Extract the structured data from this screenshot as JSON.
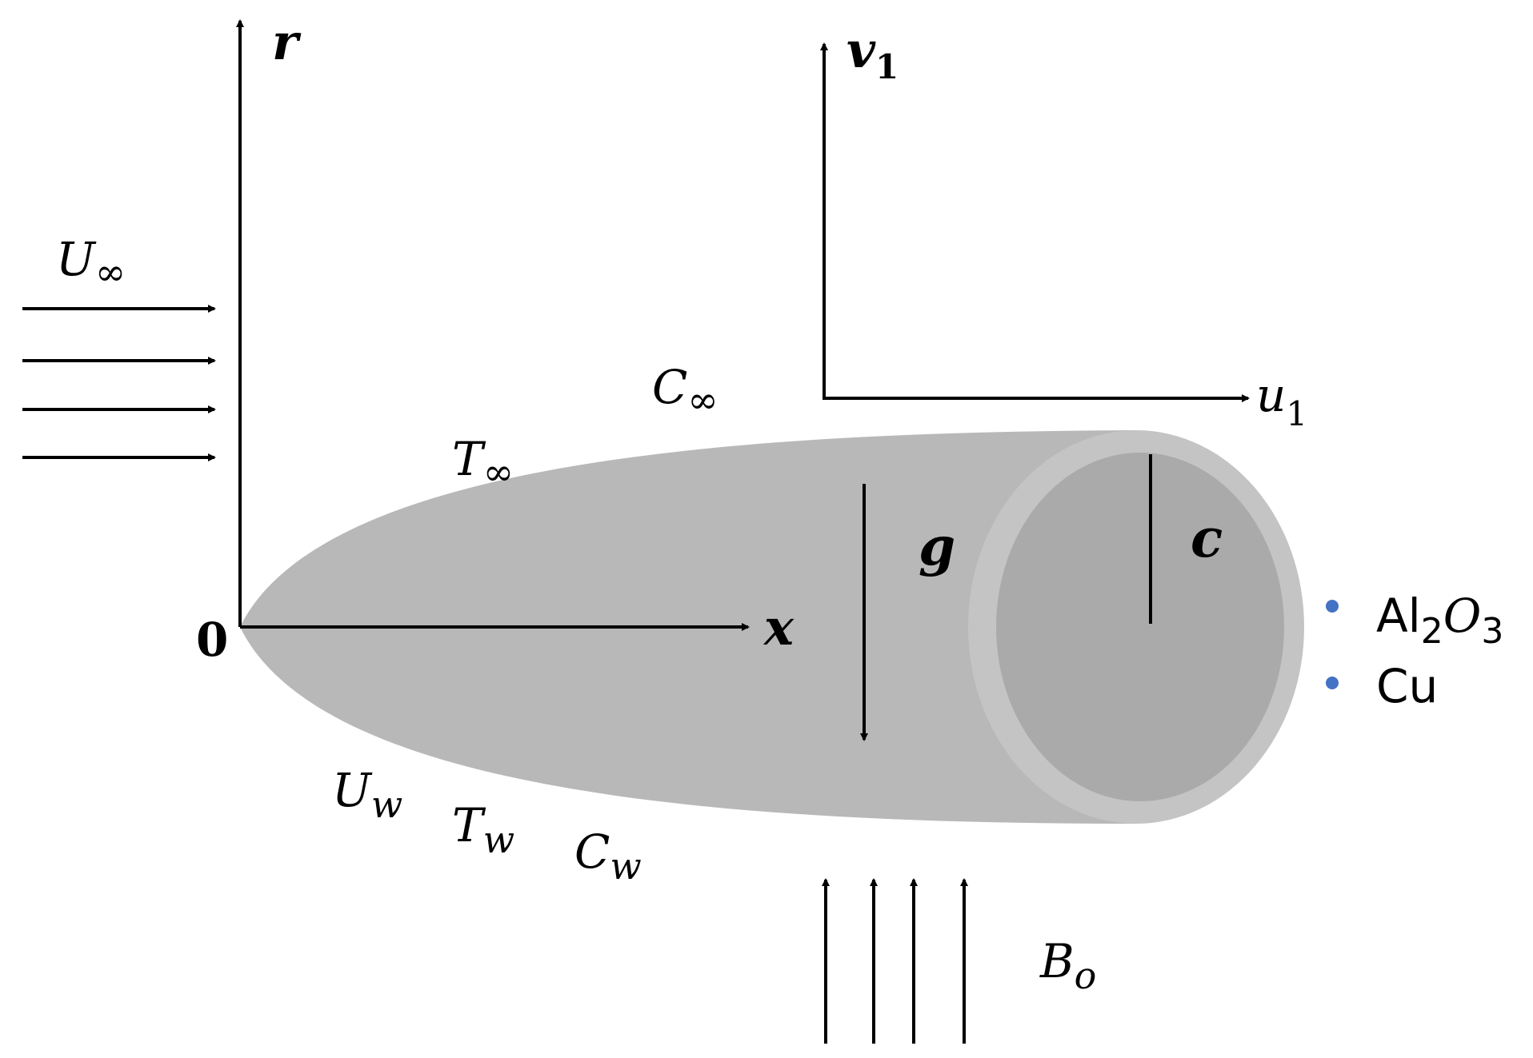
{
  "colors": {
    "body_fill": "#b8b8b8",
    "rim_fill": "#c4c4c4",
    "face_fill": "#aaaaaa",
    "legend_dot": "#4472c4",
    "stroke": "#000000"
  },
  "axes": {
    "r": "r",
    "x": "x",
    "origin": "0",
    "v1": {
      "base": "v",
      "sub": "1"
    },
    "u1": {
      "base": "u",
      "sub": "1"
    }
  },
  "labels": {
    "U_inf": {
      "base": "U",
      "sub": "∞"
    },
    "C_inf": {
      "base": "C",
      "sub": "∞"
    },
    "T_inf": {
      "base": "T",
      "sub": "∞"
    },
    "U_w": {
      "base": "U",
      "sub": "w"
    },
    "T_w": {
      "base": "T",
      "sub": "w"
    },
    "C_w": {
      "base": "C",
      "sub": "w"
    },
    "B_o": {
      "base": "B",
      "sub": "o"
    },
    "gravity": "g",
    "radius": "c"
  },
  "legend": [
    {
      "base": "Al",
      "sub1": "2",
      "mid": "O",
      "sub2": "3"
    },
    {
      "base": "Cu"
    }
  ]
}
